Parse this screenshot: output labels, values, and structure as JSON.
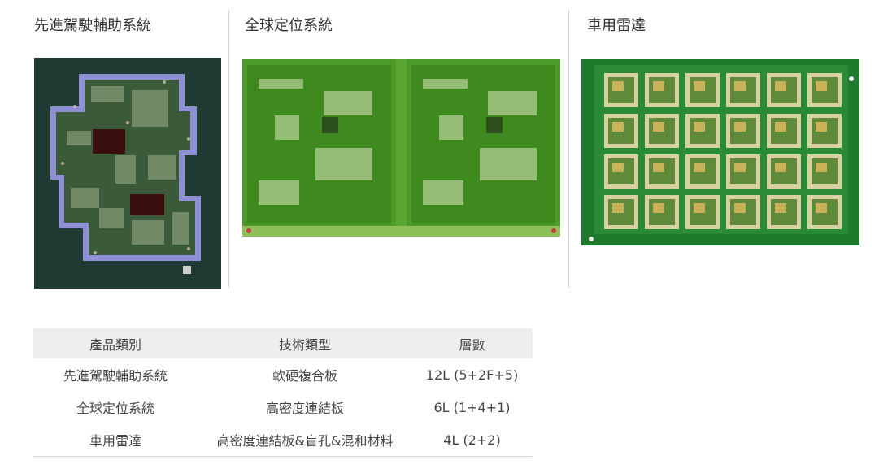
{
  "columns": [
    {
      "title": "先進駕駛輔助系統",
      "image": "adas-pcb-photo"
    },
    {
      "title": "全球定位系統",
      "image": "gps-pcb-photo"
    },
    {
      "title": "車用雷達",
      "image": "radar-pcb-photo"
    }
  ],
  "table": {
    "headers": [
      "產品類別",
      "技術類型",
      "層數"
    ],
    "rows": [
      [
        "先進駕駛輔助系統",
        "軟硬複合板",
        "12L (5+2F+5)"
      ],
      [
        "全球定位系統",
        "高密度連結板",
        "6L (1+4+1)"
      ],
      [
        "車用雷達",
        "高密度連結板&盲孔&混和材料",
        "4L (2+2)"
      ]
    ]
  },
  "colors": {
    "header_bg": "#eeeeee",
    "text": "#333333",
    "pcb_dark": "#1f3b34",
    "pcb_green": "#3f8a1f",
    "pcb_radar": "#1e7a2c",
    "gold": "#c9b25a"
  }
}
